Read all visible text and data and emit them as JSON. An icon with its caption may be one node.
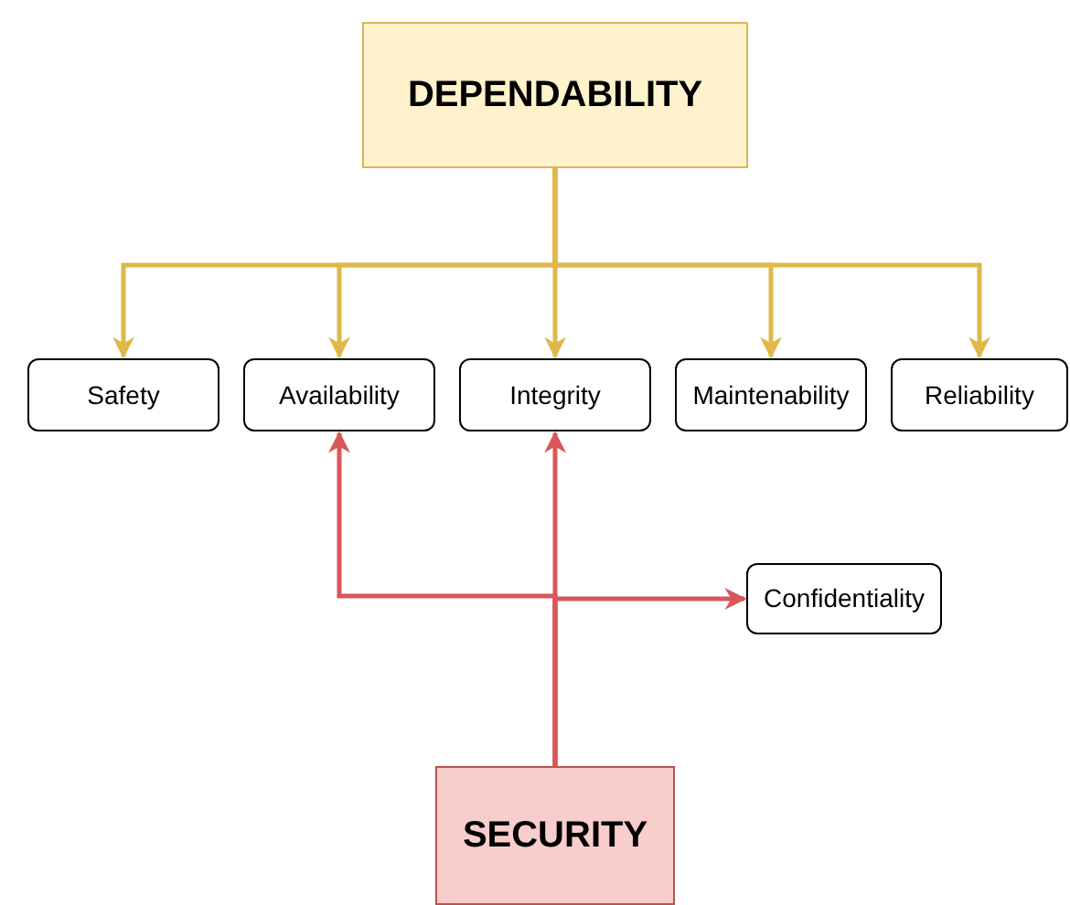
{
  "diagram": {
    "nodes": [
      {
        "text": [
          "DEPENDABILITY"
        ]
      },
      {
        "text": [
          "Safety"
        ]
      },
      {
        "text": [
          "Availability"
        ]
      },
      {
        "text": [
          "Integrity"
        ]
      },
      {
        "text": [
          "Maintenability"
        ]
      },
      {
        "text": [
          "Reliability"
        ]
      },
      {
        "text": [
          "Confidentiality"
        ]
      },
      {
        "text": [
          "SECURITY"
        ]
      }
    ],
    "edges": [
      {
        "from": 0,
        "to": 1,
        "arrow": "to"
      },
      {
        "from": 0,
        "to": 2,
        "arrow": "to"
      },
      {
        "from": 0,
        "to": 3,
        "arrow": "to"
      },
      {
        "from": 0,
        "to": 4,
        "arrow": "to"
      },
      {
        "from": 0,
        "to": 5,
        "arrow": "to"
      },
      {
        "from": 7,
        "to": 3,
        "arrow": "to",
        "color": "#d9575a"
      },
      {
        "from": 7,
        "to": 2,
        "arrow": "to",
        "color": "#d9575a"
      },
      {
        "from": 7,
        "to": 6,
        "arrow": "to",
        "color": "#d9575a"
      }
    ]
  }
}
